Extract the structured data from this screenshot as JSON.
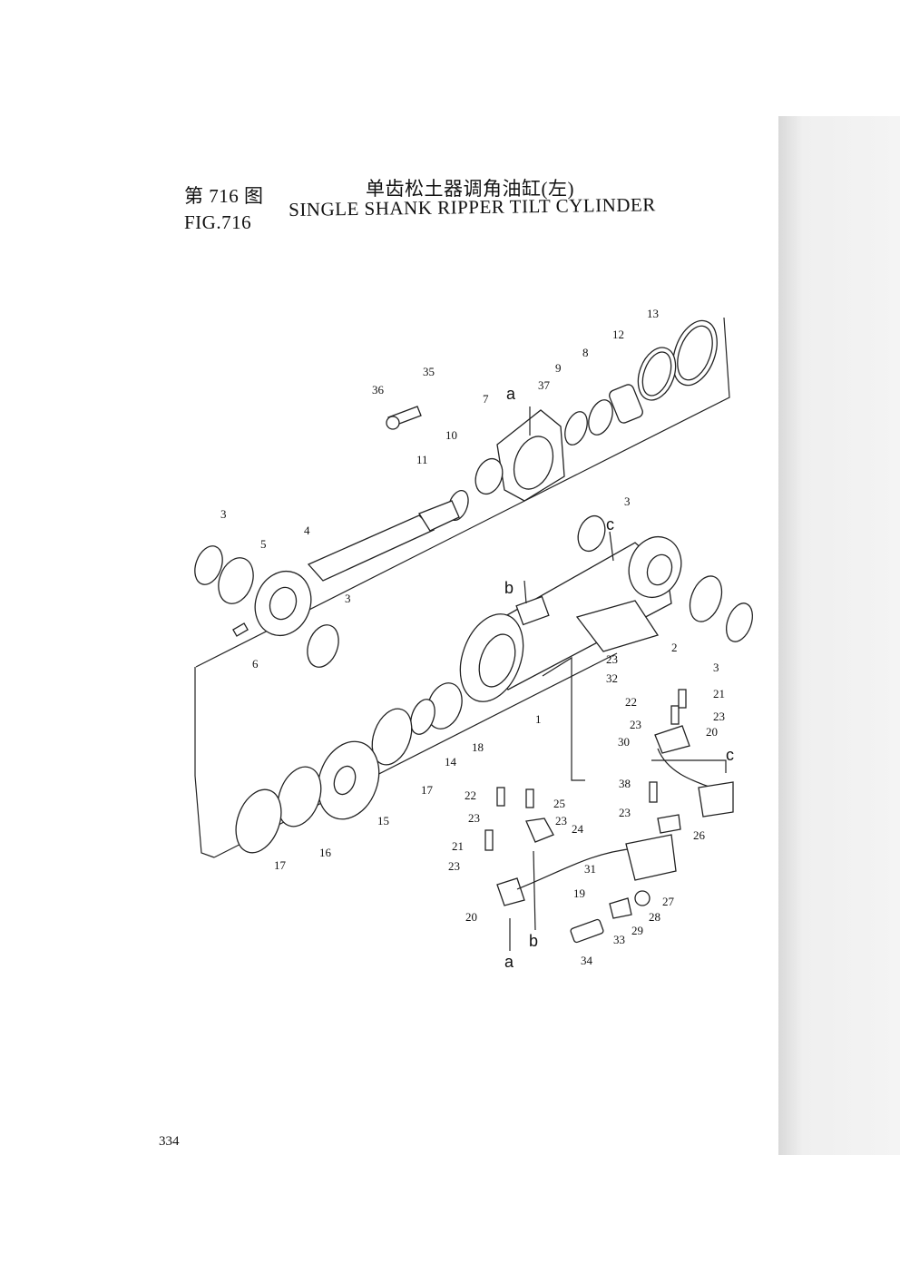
{
  "header": {
    "fig_cn": "第 716 图",
    "title_cn": "单齿松土器调角油缸(左)",
    "fig_en": "FIG.716",
    "title_en": "SINGLE SHANK RIPPER TILT CYLINDER"
  },
  "page_number": "334",
  "callouts": {
    "1": "1",
    "2": "2",
    "3": "3",
    "4": "4",
    "5": "5",
    "6": "6",
    "7": "7",
    "8": "8",
    "9": "9",
    "10": "10",
    "11": "11",
    "12": "12",
    "13": "13",
    "14": "14",
    "15": "15",
    "16": "16",
    "17": "17",
    "18": "18",
    "19": "19",
    "20": "20",
    "21": "21",
    "22": "22",
    "23": "23",
    "24": "24",
    "25": "25",
    "26": "26",
    "27": "27",
    "28": "28",
    "29": "29",
    "30": "30",
    "31": "31",
    "32": "32",
    "33": "33",
    "34": "34",
    "35": "35",
    "36": "36",
    "37": "37",
    "38": "38"
  },
  "connection_letters": {
    "a": "a",
    "b": "b",
    "c": "c"
  }
}
